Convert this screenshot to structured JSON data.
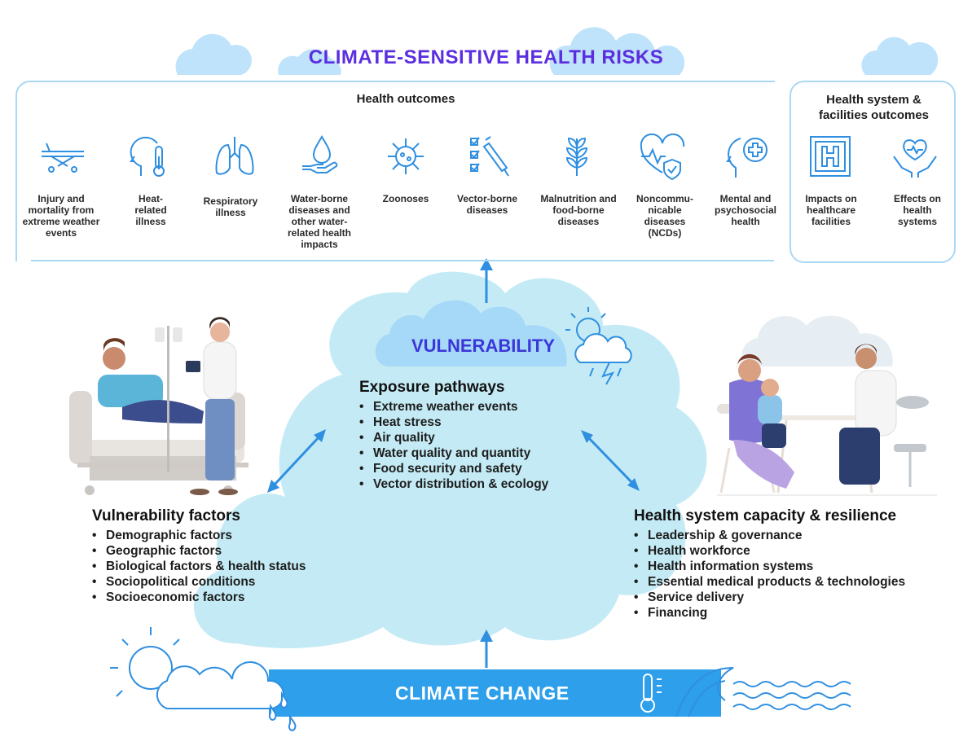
{
  "title": "CLIMATE-SENSITIVE HEALTH RISKS",
  "health_outcomes": {
    "heading": "Health outcomes",
    "items": [
      {
        "label": "Injury and mortality from extreme weather events",
        "icon": "stretcher-icon"
      },
      {
        "label": "Heat-related illness",
        "icon": "head-thermometer-icon"
      },
      {
        "label": "Respiratory illness",
        "icon": "lungs-icon"
      },
      {
        "label": "Water-borne diseases and other water-related health impacts",
        "icon": "water-drop-hand-icon"
      },
      {
        "label": "Zoonoses",
        "icon": "virus-icon"
      },
      {
        "label": "Vector-borne diseases",
        "icon": "checklist-syringe-icon"
      },
      {
        "label": "Malnutrition and food-borne diseases",
        "icon": "wheat-icon"
      },
      {
        "label": "Noncommu-nicable diseases (NCDs)",
        "icon": "heart-shield-icon"
      },
      {
        "label": "Mental and psychosocial health",
        "icon": "head-cross-icon"
      }
    ]
  },
  "health_system_outcomes": {
    "heading": "Health system & facilities outcomes",
    "items": [
      {
        "label": "Impacts on healthcare facilities",
        "icon": "hospital-icon"
      },
      {
        "label": "Effects on health systems",
        "icon": "hands-heart-icon"
      }
    ]
  },
  "vulnerability_label": "VULNERABILITY",
  "exposure": {
    "title": "Exposure pathways",
    "items": [
      "Extreme weather events",
      "Heat stress",
      "Air quality",
      "Water quality and quantity",
      "Food security and safety",
      "Vector distribution & ecology"
    ]
  },
  "vulnerability_factors": {
    "title": "Vulnerability factors",
    "items": [
      "Demographic factors",
      "Geographic factors",
      "Biological factors & health status",
      "Sociopolitical conditions",
      "Socioeconomic factors"
    ]
  },
  "health_system_capacity": {
    "title": "Health system capacity & resilience",
    "items": [
      "Leadership & governance",
      "Health workforce",
      "Health information systems",
      "Essential medical products & technologies",
      "Service delivery",
      "Financing"
    ]
  },
  "climate_change_label": "CLIMATE CHANGE",
  "colors": {
    "title": "#5b2ee0",
    "cloud_light": "#c4ebf5",
    "cloud_mid": "#a6d8f7",
    "arrow": "#2f8fe0",
    "banner": "#2e9fea",
    "icon_stroke": "#2f8fe0"
  }
}
